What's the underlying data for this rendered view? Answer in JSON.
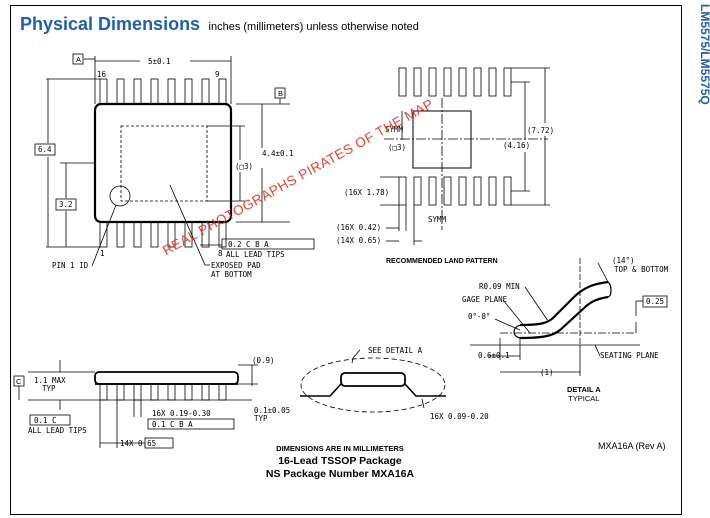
{
  "header": {
    "title": "Physical Dimensions",
    "subtitle": "inches (millimeters) unless otherwise noted"
  },
  "side_title": "LM5575/LM5575Q",
  "top_view": {
    "datum_a": "A",
    "datum_b": "B",
    "length": "5±0.1",
    "pin16": "16",
    "pin9": "9",
    "pin1": "1",
    "pin8": "8",
    "overall_width": "6.4",
    "half_width": "3.2",
    "body_width": "4.4±0.1",
    "pad_dim": "(□3)",
    "pin1_id": "PIN 1 ID",
    "exposed_pad": "EXPOSED PAD",
    "at_bottom": "AT BOTTOM",
    "tol_frame": "0.2 C B A",
    "all_lead_tips": "ALL LEAD TIPS"
  },
  "land_pattern": {
    "symm_top": "SYMM",
    "symm_bottom": "SYMM",
    "pad": "(□3)",
    "dim_772": "(7.72)",
    "dim_416": "(4.16)",
    "pitch_row": "(16X 1.78)",
    "lead_w": "(16X 0.42)",
    "lead_pitch": "(14X 0.65)",
    "label": "RECOMMENDED LAND PATTERN"
  },
  "side_view": {
    "datum_c": "C",
    "max_height": "1.1 MAX",
    "typ": "TYP",
    "dim_09": "(0.9)",
    "lead_w": "16X 0.19-0.30",
    "tol_frame": "0.1 C B A",
    "standoff": "0.1±0.05",
    "standoff_typ": "TYP",
    "coplan": "0.1 C",
    "all_lead_tips": "ALL LEAD TIPS",
    "pitch": "14X 0.65"
  },
  "end_view": {
    "see_detail": "SEE DETAIL A",
    "lead_thk": "16X 0.09-0.20"
  },
  "detail_a": {
    "angle": "(14°)",
    "top_bottom": "TOP & BOTTOM",
    "r_min": "R0.09 MIN",
    "gage_plane": "GAGE PLANE",
    "angle2": "0°-8°",
    "dim_025": "0.25",
    "foot": "0.6±0.1",
    "seating_plane": "SEATING PLANE",
    "dim_1": "(1)",
    "title": "DETAIL A",
    "typical": "TYPICAL"
  },
  "notes": {
    "dims_mm": "DIMENSIONS ARE IN MILLIMETERS",
    "package": "16-Lead TSSOP Package",
    "package_number": "NS Package Number MXA16A",
    "revision": "MXA16A (Rev A)"
  },
  "watermark": {
    "text": "REAL PHOTOGRAPHS PIRATES OF THE MAP"
  }
}
